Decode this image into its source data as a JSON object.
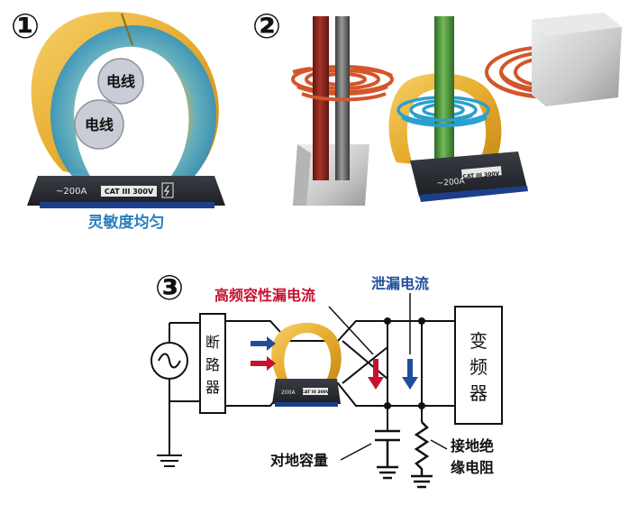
{
  "panel1": {
    "number": "①",
    "wire_top_label": "电线",
    "wire_bottom_label": "电线",
    "meter_range": "~200A",
    "meter_cat": "CAT III 300V",
    "caption": "灵敏度均匀",
    "caption_color": "#2a7fc0"
  },
  "panel2": {
    "number": "②",
    "meter_range": "~200A",
    "meter_cat": "CAT III 300V"
  },
  "panel3": {
    "number": "③",
    "breaker_label": "断路器",
    "inverter_label": "变频器",
    "hf_leak_label": "高频容性漏电流",
    "hf_leak_color": "#c8102e",
    "leak_label": "泄漏电流",
    "leak_color": "#1f4e9c",
    "capacitance_label": "对地容量",
    "resistance_label_line1": "接地绝",
    "resistance_label_line2": "缘电阻",
    "meter_range": "200A",
    "meter_cat": "CAT III 300V"
  },
  "colors": {
    "clamp_yellow": "#e8b53a",
    "clamp_blue_glow": "#5bb8d8",
    "meter_body": "#2b2d33",
    "wire_red": "#8a2a22",
    "wire_grey": "#6e6e6e",
    "wire_green": "#4e9a3a",
    "field_orange": "#d2562a",
    "field_blue": "#2aa0d0"
  }
}
